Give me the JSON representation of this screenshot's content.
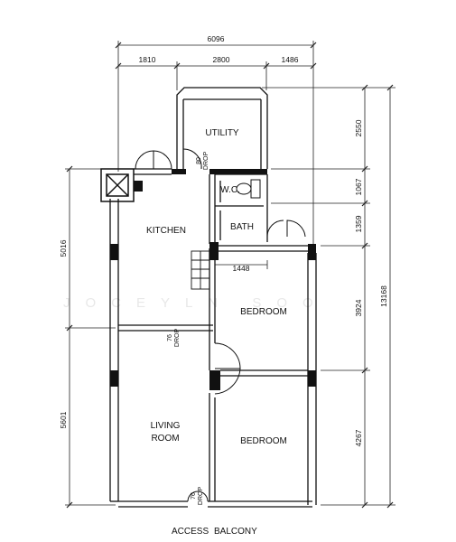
{
  "rooms": {
    "utility": "UTILITY",
    "kitchen": "KITCHEN",
    "wc": "W.C.",
    "bath": "BATH",
    "bedroom_1": "BEDROOM",
    "bedroom_2": "BEDROOM",
    "living_line1": "LIVING",
    "living_line2": "ROOM"
  },
  "dimensions": {
    "overall_width": "6096",
    "width_segments": [
      "1810",
      "2800",
      "1486"
    ],
    "left_segments": [
      "5016",
      "5601"
    ],
    "right_segments": [
      "2550",
      "1067",
      "1359",
      "3924",
      "4267"
    ],
    "overall_height": "13168",
    "interior": "1448"
  },
  "drops": {
    "utility": {
      "value": "80",
      "label": "DROP"
    },
    "living": {
      "value": "76",
      "label": "DROP"
    },
    "access": {
      "value": "76",
      "label": "DROP"
    }
  },
  "bottom_labels": [
    "ACCESS",
    "BALCONY"
  ],
  "watermark": "JOCEYLN SOO"
}
